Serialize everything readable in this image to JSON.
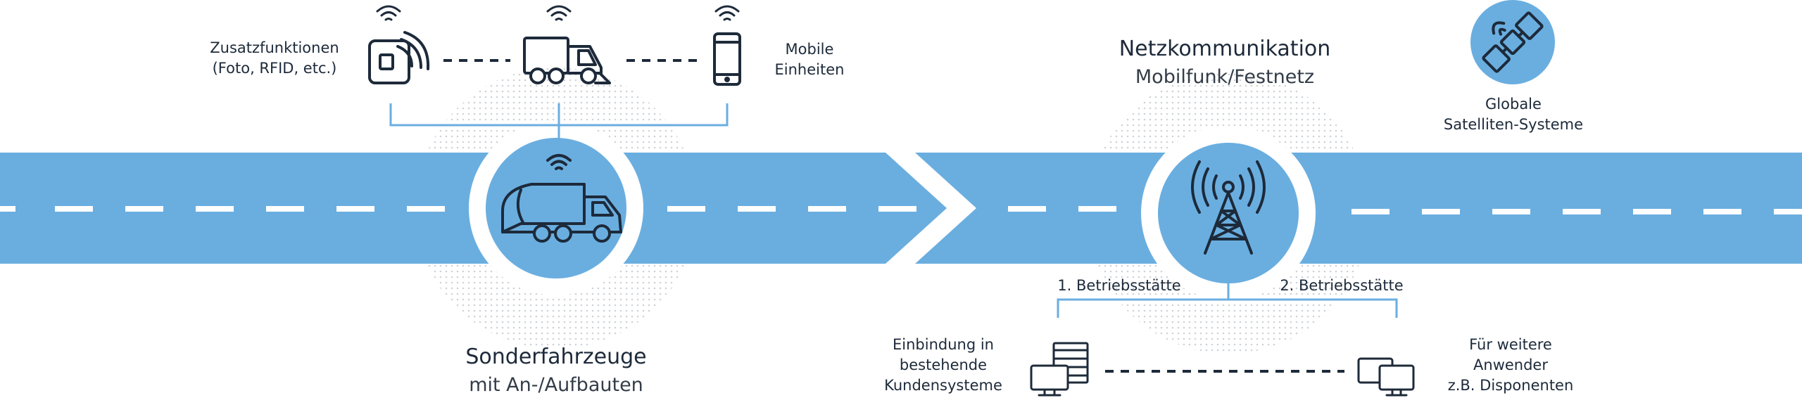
{
  "colors": {
    "road": "#6aaee0",
    "road_mark": "#ffffff",
    "ink": "#1d2a3a",
    "connector": "#6aaee0",
    "halo": "#d6d9dd"
  },
  "labels": {
    "zusatz": "Zusatzfunktionen\n(Foto, RFID, etc.)",
    "mobile": "Mobile\nEinheiten",
    "sonder_title": "Sonderfahrzeuge",
    "sonder_sub": "mit An-/Aufbauten",
    "netz_title": "Netzkommunikation",
    "netz_sub": "Mobilfunk/Festnetz",
    "satellite": "Globale\nSatelliten-Systeme",
    "betrieb1": "1. Betriebsstätte",
    "betrieb2": "2. Betriebsstätte",
    "einbindung": "Einbindung in\nbestehende\nKundensysteme",
    "weitere": "Für weitere\nAnwender\nz.B. Disponenten"
  },
  "icons": [
    "wifi-icon",
    "rfid-card-icon",
    "street-sweeper-icon",
    "smartphone-icon",
    "garbage-truck-icon",
    "radio-tower-icon",
    "satellite-icon",
    "server-computer-icon",
    "computers-icon"
  ]
}
